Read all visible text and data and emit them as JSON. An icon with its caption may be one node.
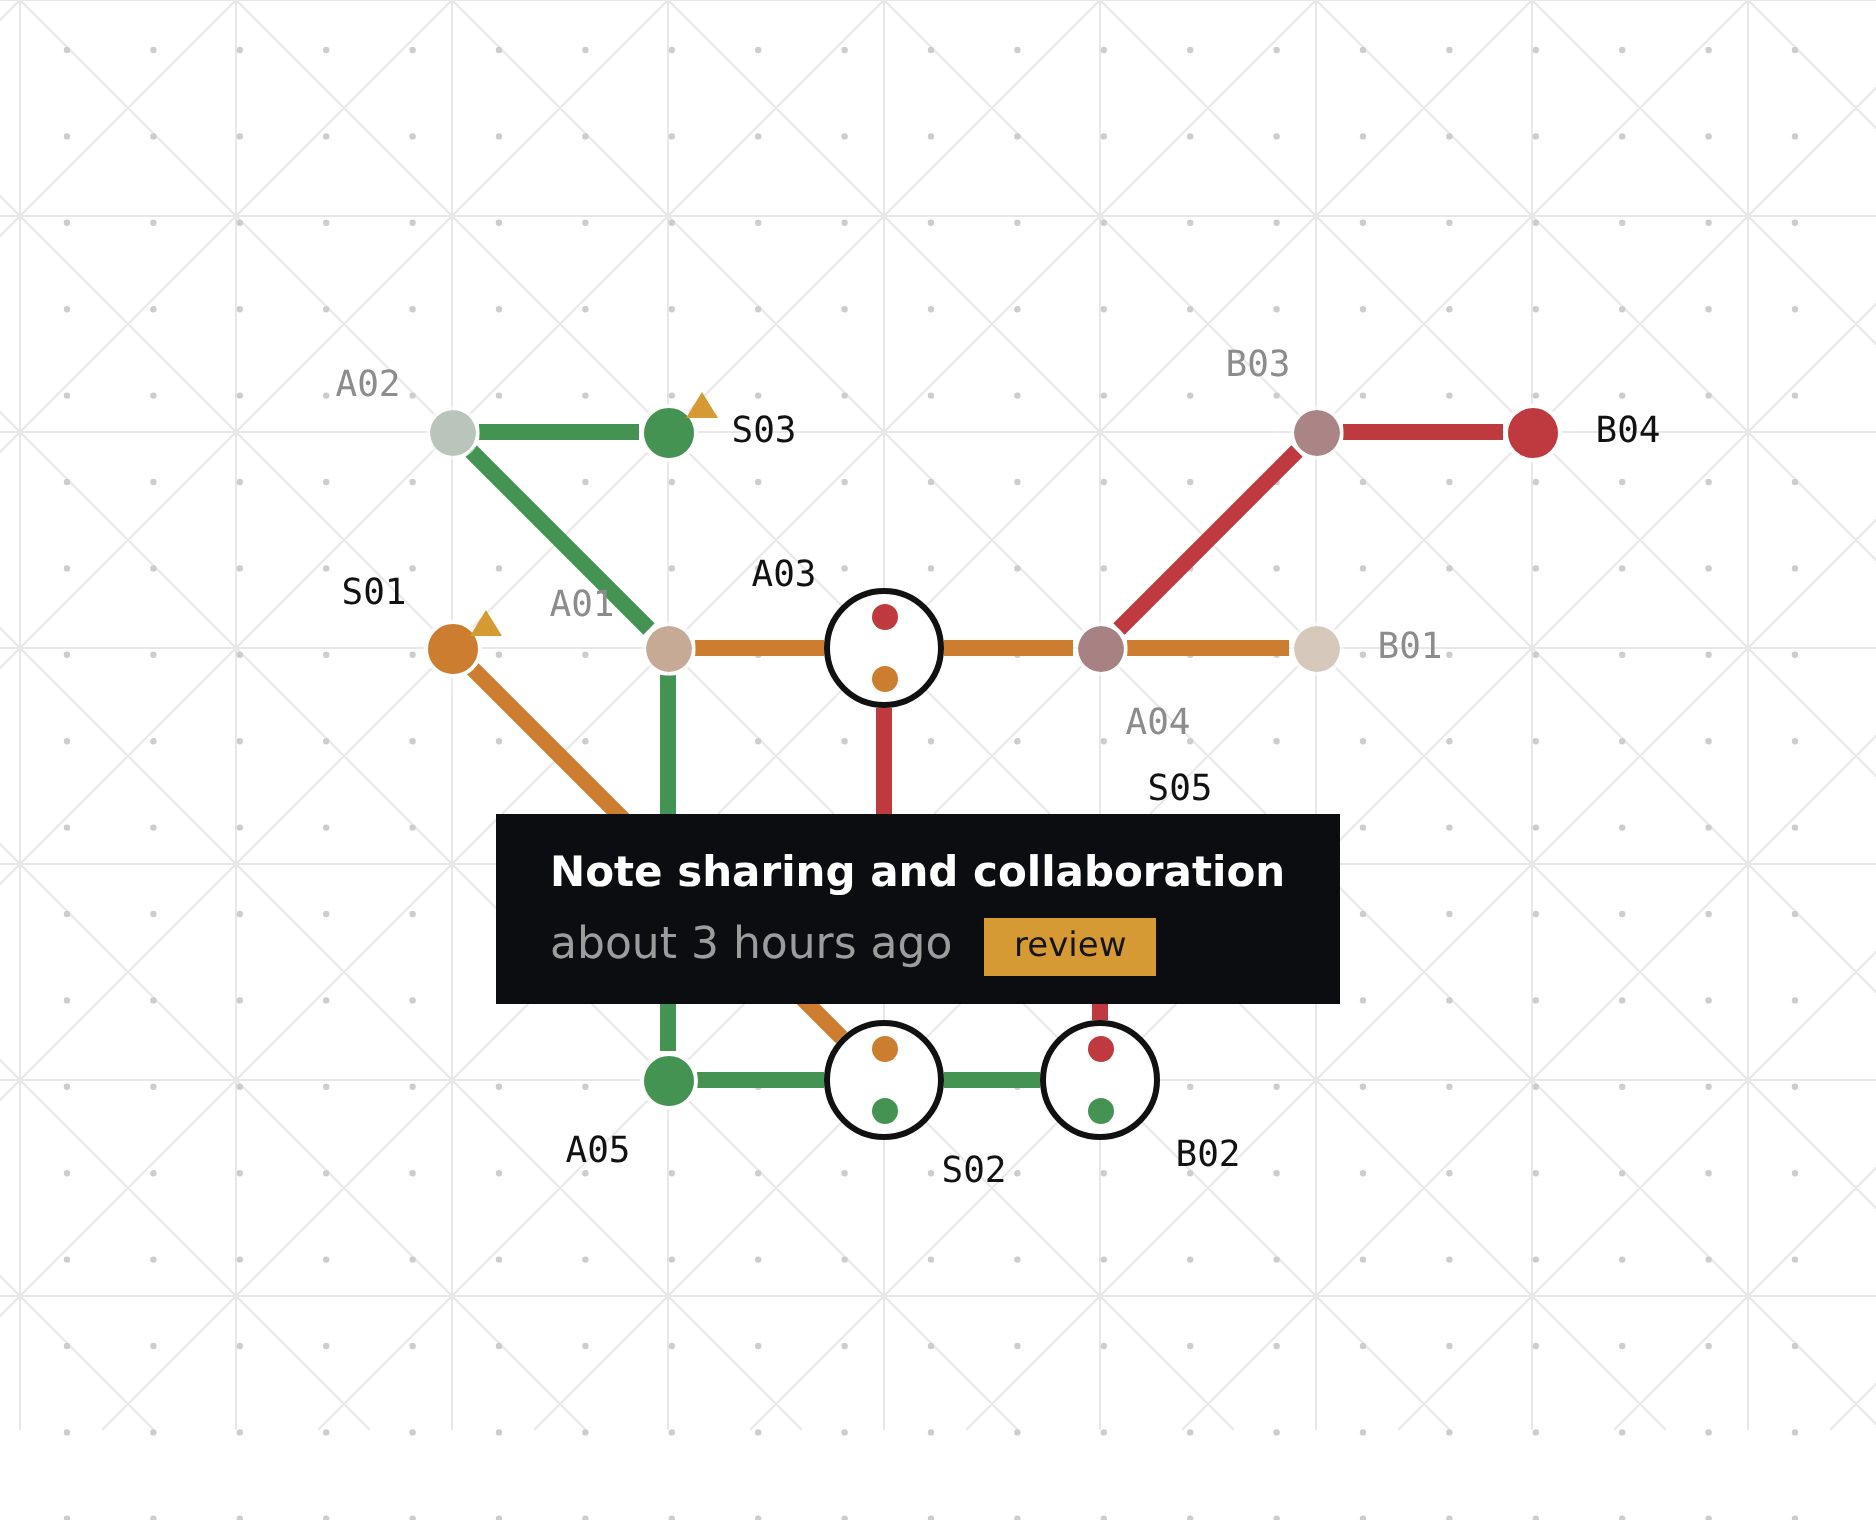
{
  "diagram": {
    "nodes": [
      {
        "text": [],
        "shape": "circle",
        "beside": [
          "A02"
        ]
      },
      {
        "text": [],
        "shape": "circle",
        "beside": [
          "S03"
        ]
      },
      {
        "text": [],
        "shape": "circle",
        "beside": [
          "B03"
        ]
      },
      {
        "text": [],
        "shape": "circle",
        "beside": [
          "B04"
        ]
      },
      {
        "text": [],
        "shape": "circle",
        "beside": [
          "S01"
        ]
      },
      {
        "text": [],
        "shape": "circle",
        "beside": [
          "A01"
        ]
      },
      {
        "text": [],
        "shape": "circle",
        "beside": [
          "A03"
        ]
      },
      {
        "text": [],
        "shape": "circle",
        "beside": [
          "A04"
        ]
      },
      {
        "text": [],
        "shape": "circle",
        "beside": [
          "B01"
        ]
      },
      {
        "text": [],
        "shape": "circle",
        "beside": [
          "A05"
        ]
      },
      {
        "text": [],
        "shape": "circle",
        "beside": [
          "S02"
        ]
      },
      {
        "text": [],
        "shape": "circle",
        "beside": [
          "B02"
        ]
      }
    ],
    "edges": [
      {
        "from": 0,
        "to": 1,
        "arrow": "none"
      },
      {
        "from": 0,
        "to": 5,
        "arrow": "none"
      },
      {
        "from": 5,
        "to": 9,
        "arrow": "none"
      },
      {
        "from": 9,
        "to": 10,
        "arrow": "none"
      },
      {
        "from": 10,
        "to": 11,
        "arrow": "none"
      },
      {
        "from": 4,
        "to": 10,
        "arrow": "none",
        "color": "#cd7d2f"
      },
      {
        "from": 5,
        "to": 6,
        "arrow": "none",
        "color": "#cd7d2f"
      },
      {
        "from": 6,
        "to": 7,
        "arrow": "none",
        "color": "#cd7d2f"
      },
      {
        "from": 7,
        "to": 8,
        "arrow": "none",
        "color": "#cd7d2f"
      },
      {
        "from": 2,
        "to": 3,
        "arrow": "none",
        "color": "#be3a3e"
      },
      {
        "from": 7,
        "to": 2,
        "arrow": "none",
        "color": "#be3a3e"
      },
      {
        "from": 6,
        "to": 11,
        "arrow": "none",
        "color": "#be3a3e"
      }
    ],
    "labels": [
      "S05",
      "Note sharing and collaboration",
      "about 3 hours ago",
      "review"
    ]
  }
}
